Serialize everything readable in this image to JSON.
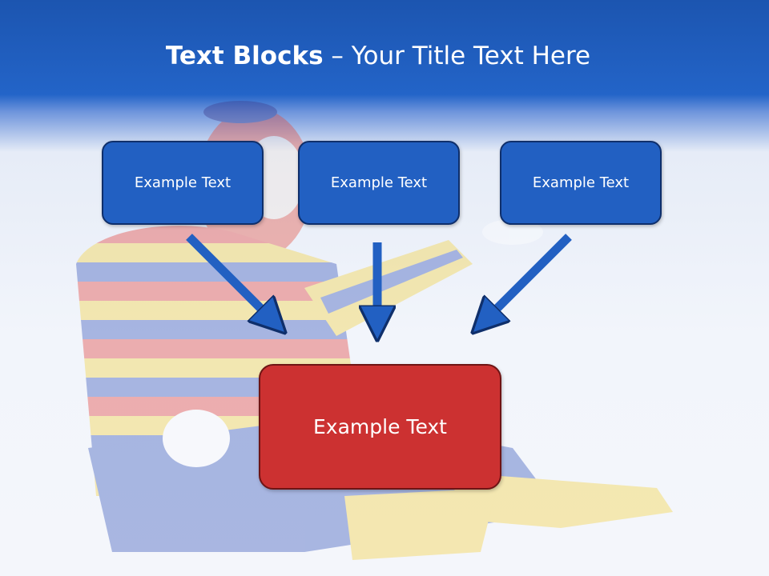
{
  "slide": {
    "title_bold": "Text Blocks",
    "title_rest": " – Your Title Text Here",
    "background_image": "faded-clown-photo",
    "colors": {
      "header": "#2364c8",
      "block": "#2260c2",
      "main_block": "#cc3131",
      "arrow": "#2260c2"
    }
  },
  "blocks": [
    {
      "label": "Example Text"
    },
    {
      "label": "Example Text"
    },
    {
      "label": "Example Text"
    }
  ],
  "main_block": {
    "label": "Example Text"
  }
}
